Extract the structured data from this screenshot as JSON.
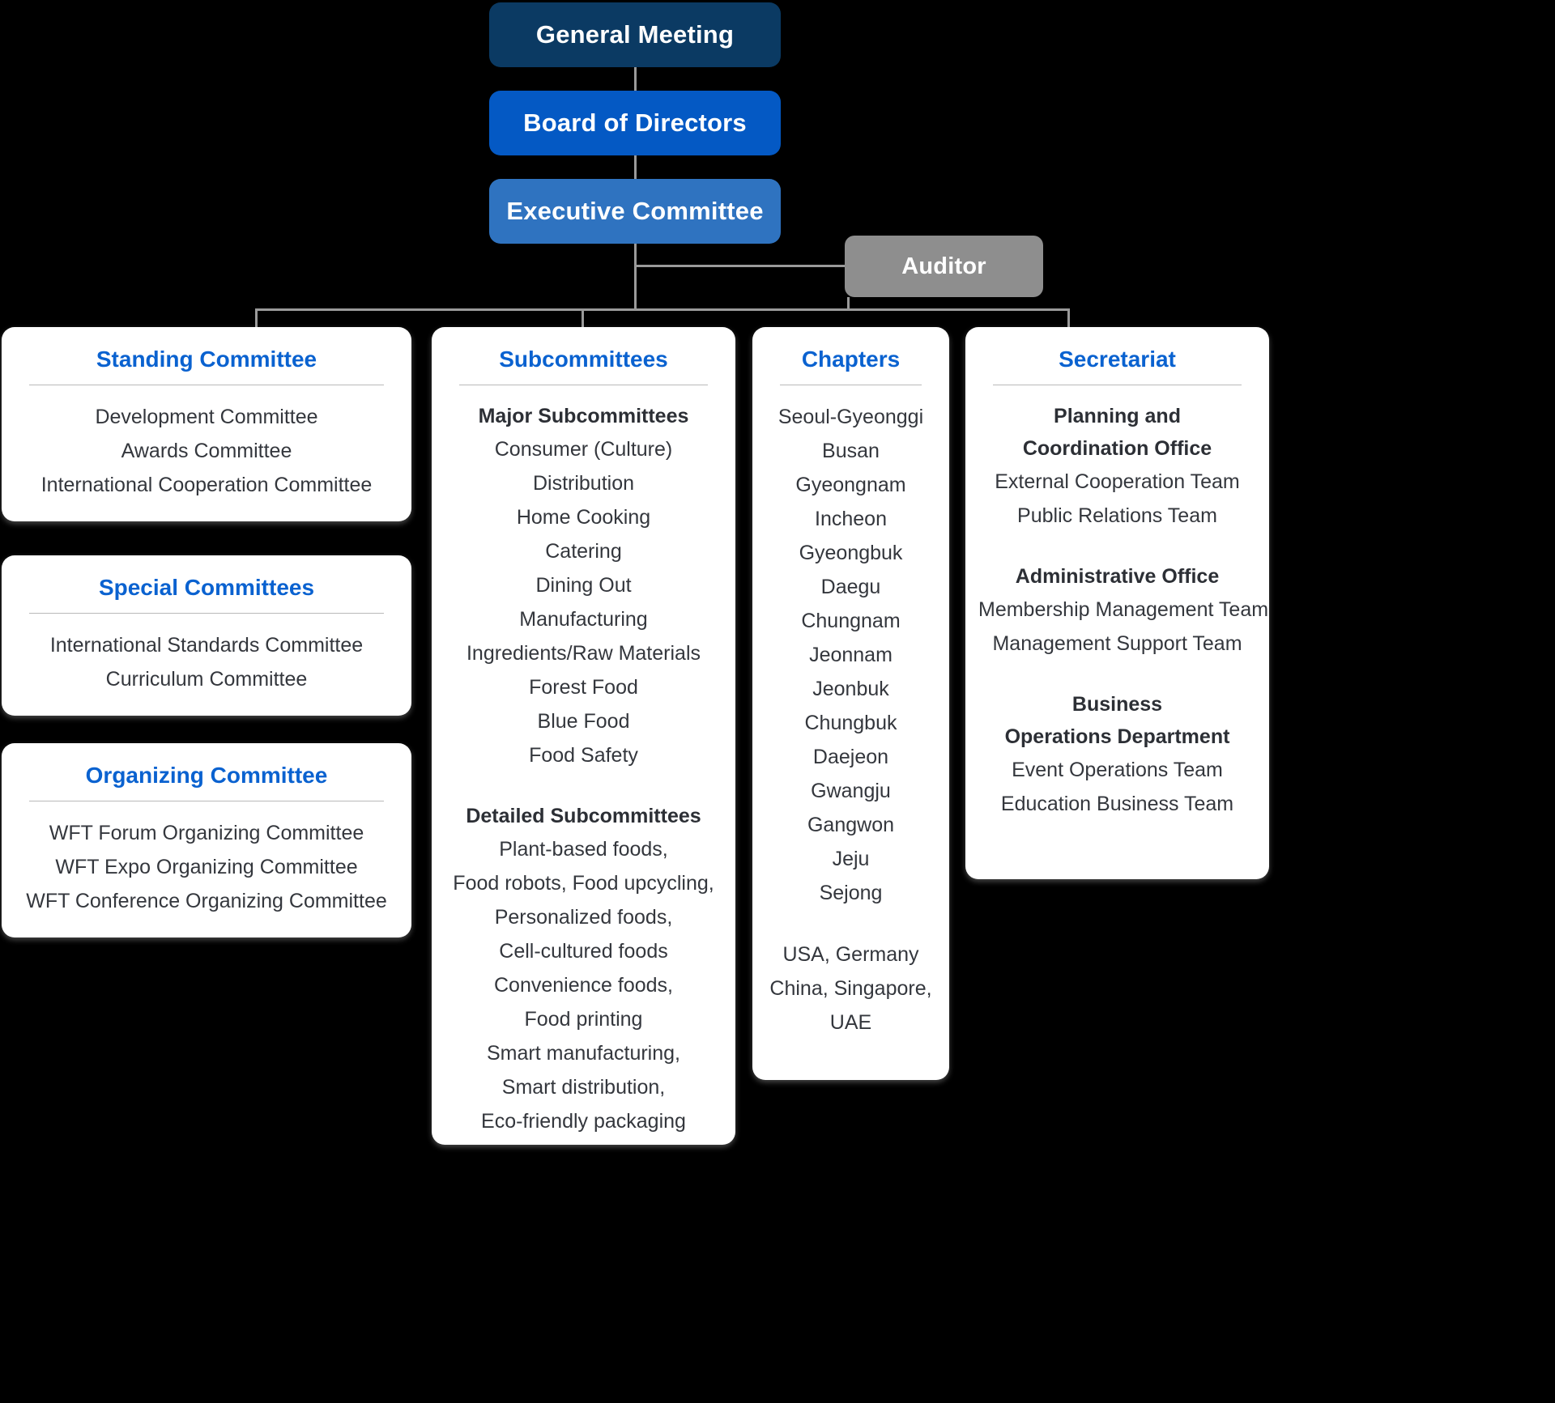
{
  "hierarchy": {
    "general_meeting": "General Meeting",
    "board_of_directors": "Board of Directors",
    "executive_committee": "Executive Committee",
    "auditor": "Auditor"
  },
  "colors": {
    "general_meeting_bg": "#0b3a63",
    "board_bg": "#0459c4",
    "executive_bg": "#2f73c0",
    "auditor_bg": "#8e8e8e",
    "card_title": "#0a62d0",
    "card_bg": "#ffffff",
    "page_bg": "#000000",
    "connector": "#9a9a9a"
  },
  "cards": {
    "standing": {
      "title": "Standing Committee",
      "items": [
        "Development Committee",
        "Awards Committee",
        "International Cooperation Committee"
      ]
    },
    "special": {
      "title": "Special Committees",
      "items": [
        "International Standards Committee",
        "Curriculum Committee"
      ]
    },
    "organizing": {
      "title": "Organizing Committee",
      "items": [
        "WFT Forum Organizing Committee",
        "WFT Expo Organizing Committee",
        "WFT Conference Organizing Committee"
      ]
    },
    "subcommittees": {
      "title": "Subcommittees",
      "major_heading": "Major Subcommittees",
      "major_items": [
        "Consumer (Culture)",
        "Distribution",
        "Home Cooking",
        "Catering",
        "Dining Out",
        "Manufacturing",
        "Ingredients/Raw Materials",
        "Forest Food",
        "Blue Food",
        "Food Safety"
      ],
      "detailed_heading": "Detailed Subcommittees",
      "detailed_items": [
        "Plant-based foods,",
        "Food robots, Food upcycling,",
        "Personalized foods,",
        "Cell-cultured foods",
        "Convenience foods,",
        "Food printing",
        "Smart manufacturing,",
        "Smart distribution,",
        "Eco-friendly packaging"
      ]
    },
    "chapters": {
      "title": "Chapters",
      "domestic": [
        "Seoul-Gyeonggi",
        "Busan",
        "Gyeongnam",
        "Incheon",
        "Gyeongbuk",
        "Daegu",
        "Chungnam",
        "Jeonnam",
        "Jeonbuk",
        "Chungbuk",
        "Daejeon",
        "Gwangju",
        "Gangwon",
        "Jeju",
        "Sejong"
      ],
      "overseas": [
        "USA, Germany",
        "China, Singapore,",
        "UAE"
      ]
    },
    "secretariat": {
      "title": "Secretariat",
      "groups": [
        {
          "heading_lines": [
            "Planning and",
            "Coordination Office"
          ],
          "items": [
            "External Cooperation Team",
            "Public Relations Team"
          ]
        },
        {
          "heading_lines": [
            "Administrative Office"
          ],
          "items": [
            "Membership Management Team",
            "Management Support Team"
          ]
        },
        {
          "heading_lines": [
            "Business",
            "Operations Department"
          ],
          "items": [
            "Event Operations Team",
            "Education Business Team"
          ]
        }
      ]
    }
  }
}
